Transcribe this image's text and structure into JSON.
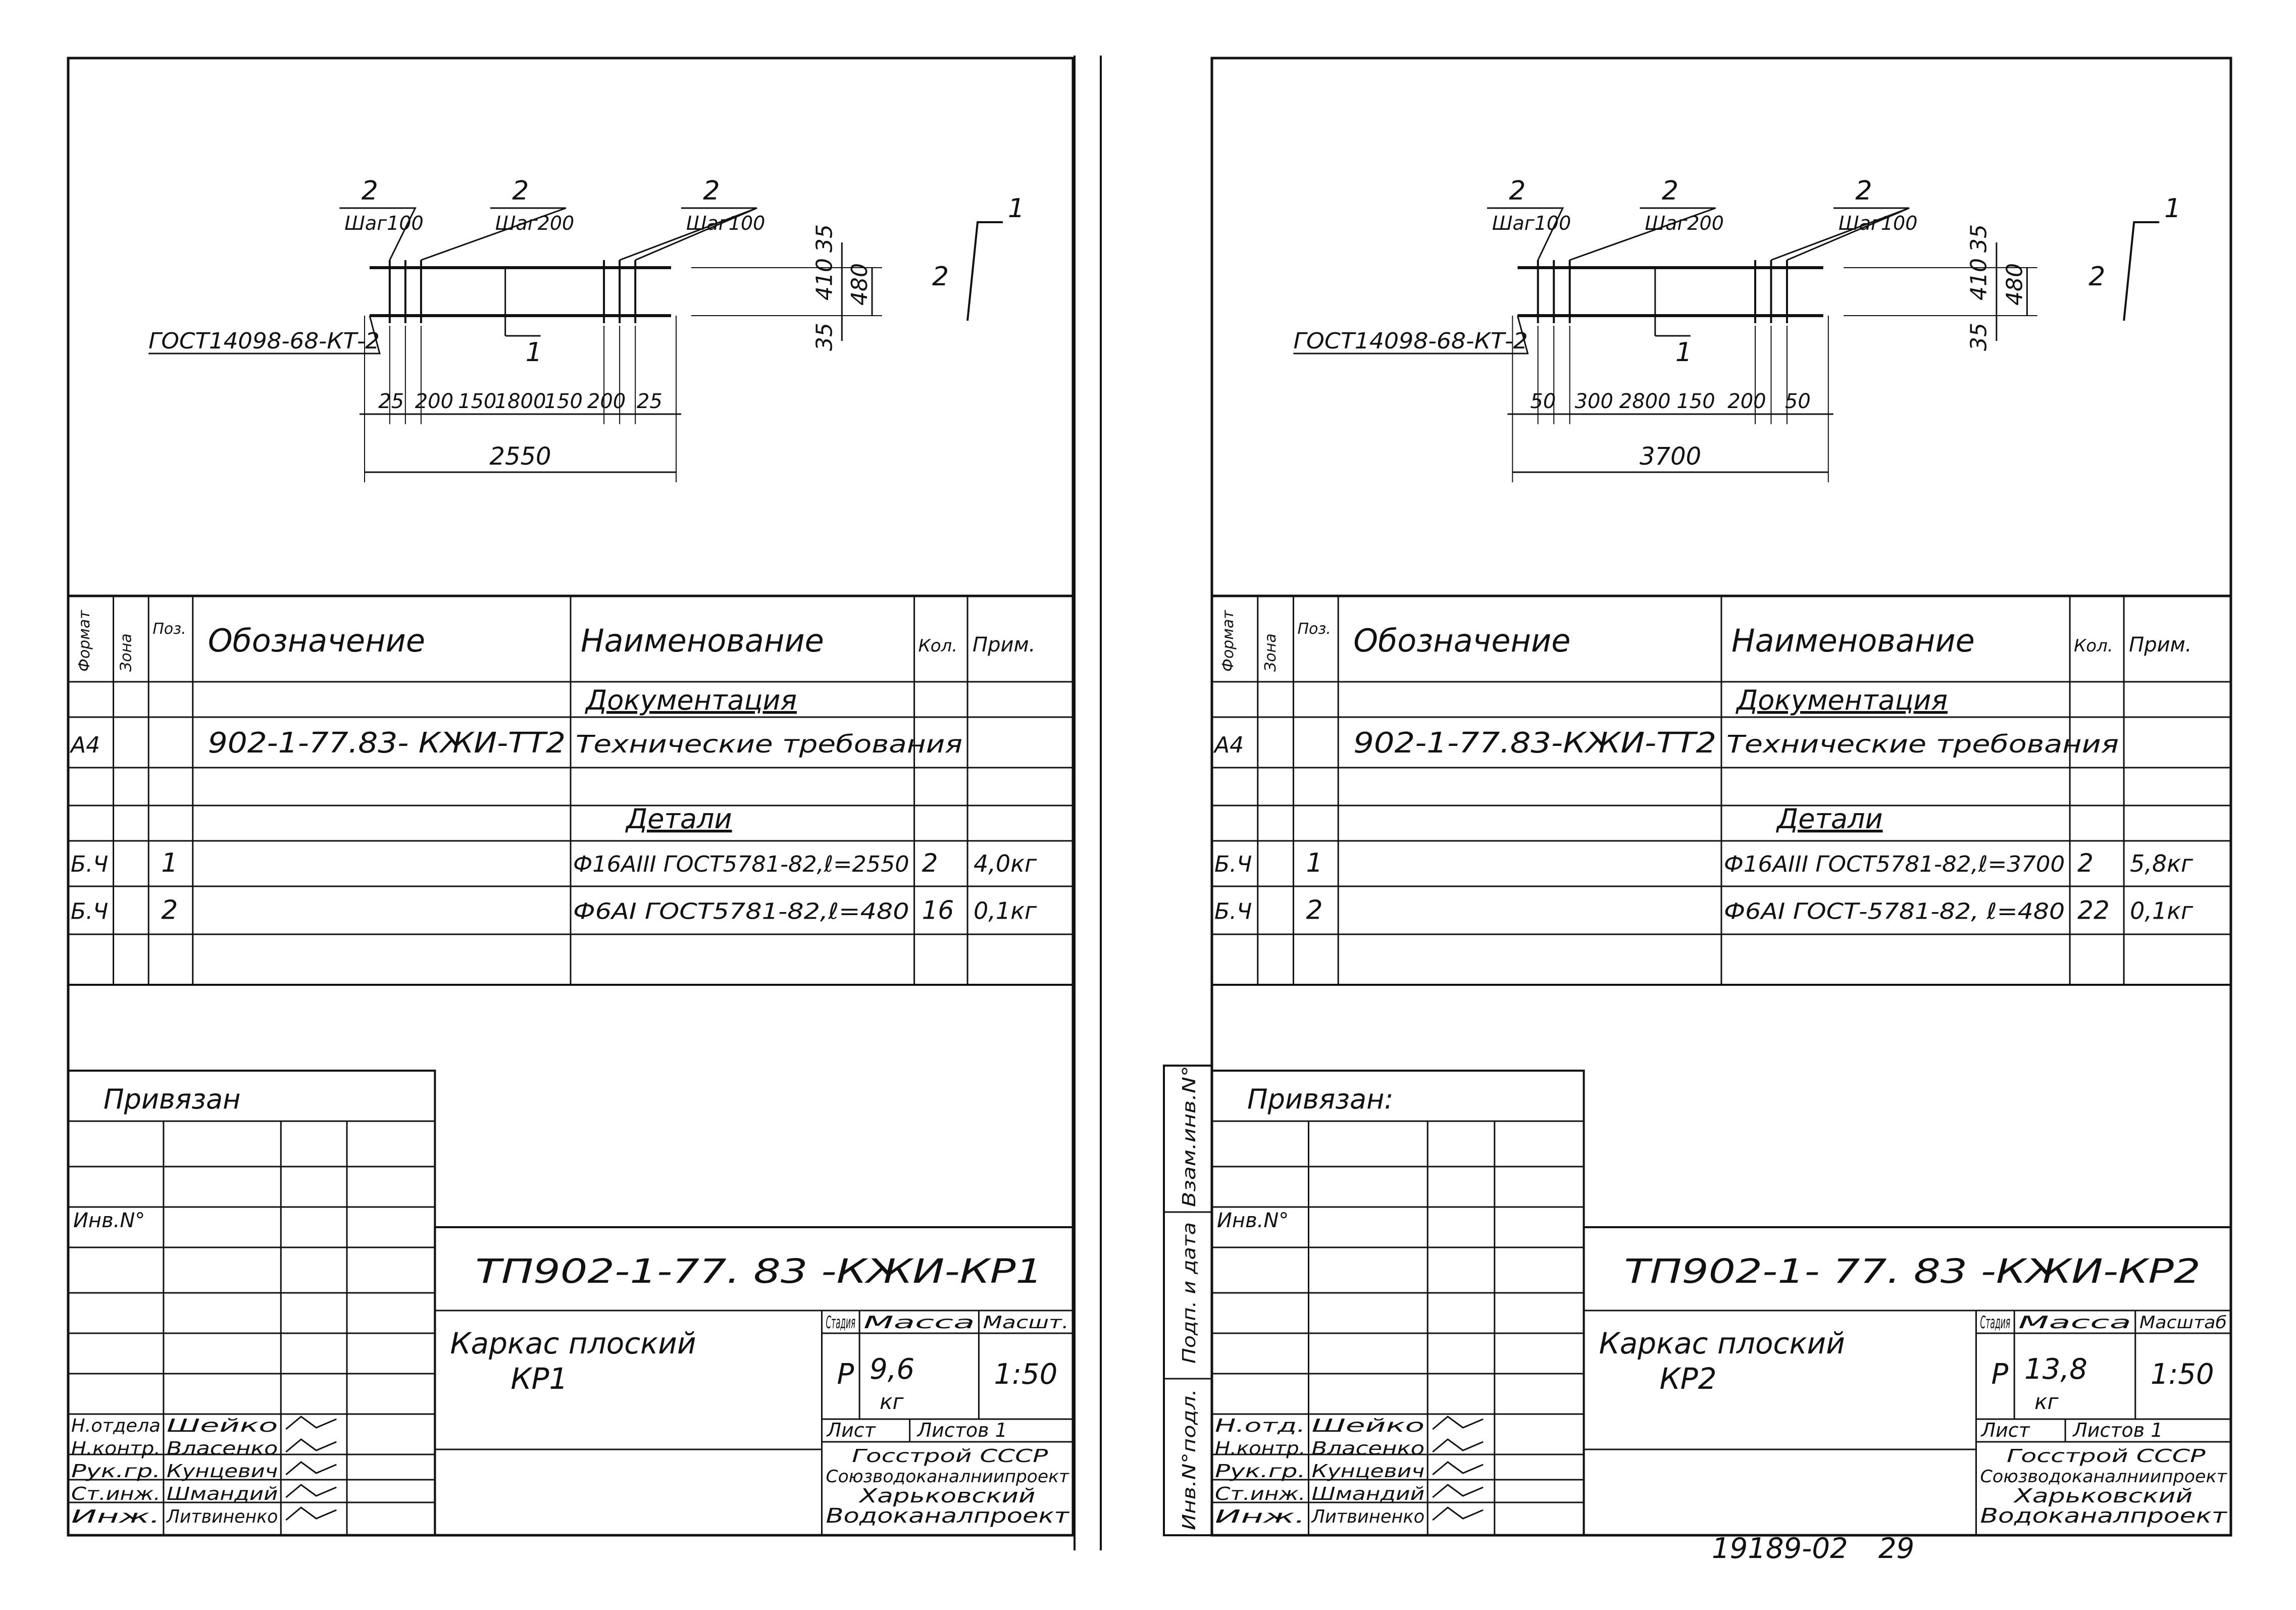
{
  "footer": {
    "code": "19189-02",
    "page": "29"
  },
  "sheets": [
    {
      "id": "kr1",
      "drawing": {
        "callouts": [
          {
            "pos": "2",
            "spec": "Шаг100"
          },
          {
            "pos": "2",
            "spec": "Шаг200"
          },
          {
            "pos": "2",
            "spec": ""
          },
          {
            "pos": "2",
            "spec": "Шаг100"
          }
        ],
        "weld_label": "ГОСТ14098-68-КТ-2",
        "section_mark": "1",
        "bottom_dims": [
          "25",
          "200",
          "150",
          "1800",
          "150",
          "200",
          "25"
        ],
        "overall": "2550",
        "vert_dims": [
          "35",
          "410",
          "480",
          "35"
        ],
        "detail_labels": [
          "1",
          "2"
        ]
      },
      "spec_table": {
        "headers": {
          "format": "Формат",
          "zone": "Зона",
          "pos": "Поз.",
          "designation": "Обозначение",
          "name": "Наименование",
          "qty": "Кол.",
          "note": "Прим."
        },
        "section_docs": "Документация",
        "doc_row": {
          "format": "А4",
          "designation": "902-1-77.83- КЖИ-ТТ2",
          "name": "Технические требования"
        },
        "section_details": "Детали",
        "rows": [
          {
            "format": "Б.Ч",
            "pos": "1",
            "name": "Ф16АIII ГОСТ5781-82,ℓ=2550",
            "qty": "2",
            "note": "4,0кг"
          },
          {
            "format": "Б.Ч",
            "pos": "2",
            "name": "Ф6АI ГОСТ5781-82,ℓ=480",
            "qty": "16",
            "note": "0,1кг"
          }
        ]
      },
      "stamp": {
        "privyazan": "Привязан",
        "inv": "Инв.N°",
        "doc_code": "ТП902-1-77. 83  -КЖИ-КР1",
        "title_l1": "Каркас плоский",
        "title_l2": "КР1",
        "hdr_stage": "Стадия",
        "hdr_mass": "Масса",
        "hdr_scale": "Масшт.",
        "stage": "Р",
        "mass": "9,6",
        "mass_unit": "кг",
        "scale": "1:50",
        "sheet_label": "Лист",
        "sheets_label": "Листов 1",
        "org_l1": "Госстрой СССР",
        "org_l2": "Союзводоканалниипроект",
        "org_l3": "Харьковский",
        "org_l4": "Водоканалпроект",
        "people": [
          {
            "role": "Н.отдела",
            "name": "Шейко"
          },
          {
            "role": "Н.контр.",
            "name": "Власенко"
          },
          {
            "role": "Рук.гр.",
            "name": "Кунцевич"
          },
          {
            "role": "Ст.инж.",
            "name": "Шмандий"
          },
          {
            "role": "Инж.",
            "name": "Литвиненко"
          }
        ],
        "side_labels": []
      }
    },
    {
      "id": "kr2",
      "drawing": {
        "callouts": [
          {
            "pos": "2",
            "spec": "Шаг100"
          },
          {
            "pos": "2",
            "spec": "Шаг200"
          },
          {
            "pos": "2",
            "spec": ""
          },
          {
            "pos": "2",
            "spec": "Шаг100"
          }
        ],
        "weld_label": "ГОСТ14098-68-КТ-2",
        "section_mark": "1",
        "bottom_dims": [
          "50",
          "300",
          "2800",
          "150",
          "200",
          "50"
        ],
        "overall": "3700",
        "vert_dims": [
          "35",
          "410",
          "480",
          "35"
        ],
        "detail_labels": [
          "1",
          "2"
        ]
      },
      "spec_table": {
        "headers": {
          "format": "Формат",
          "zone": "Зона",
          "pos": "Поз.",
          "designation": "Обозначение",
          "name": "Наименование",
          "qty": "Кол.",
          "note": "Прим."
        },
        "section_docs": "Документация",
        "doc_row": {
          "format": "А4",
          "designation": "902-1-77.83-КЖИ-ТТ2",
          "name": "Технические требования"
        },
        "section_details": "Детали",
        "rows": [
          {
            "format": "Б.Ч",
            "pos": "1",
            "name": "Ф16АIII ГОСТ5781-82,ℓ=3700",
            "qty": "2",
            "note": "5,8кг"
          },
          {
            "format": "Б.Ч",
            "pos": "2",
            "name": "Ф6АI ГОСТ-5781-82, ℓ=480",
            "qty": "22",
            "note": "0,1кг"
          }
        ]
      },
      "stamp": {
        "privyazan": "Привязан:",
        "inv": "Инв.N°",
        "doc_code": "ТП902-1- 77. 83  -КЖИ-КР2",
        "title_l1": "Каркас плоский",
        "title_l2": "КР2",
        "hdr_stage": "Стадия",
        "hdr_mass": "Масса",
        "hdr_scale": "Масштаб",
        "stage": "Р",
        "mass": "13,8",
        "mass_unit": "кг",
        "scale": "1:50",
        "sheet_label": "Лист",
        "sheets_label": "Листов 1",
        "org_l1": "Госстрой СССР",
        "org_l2": "Союзводоканалниипроект",
        "org_l3": "Харьковский",
        "org_l4": "Водоканалпроект",
        "people": [
          {
            "role": "Н.отд.",
            "name": "Шейко"
          },
          {
            "role": "Н.контр.",
            "name": "Власенко"
          },
          {
            "role": "Рук.гр.",
            "name": "Кунцевич"
          },
          {
            "role": "Ст.инж.",
            "name": "Шмандий"
          },
          {
            "role": "Инж.",
            "name": "Литвиненко"
          }
        ],
        "side_labels": [
          "Взам.инв.N°",
          "Подп. и дата",
          "Инв.N°подл."
        ]
      }
    }
  ]
}
